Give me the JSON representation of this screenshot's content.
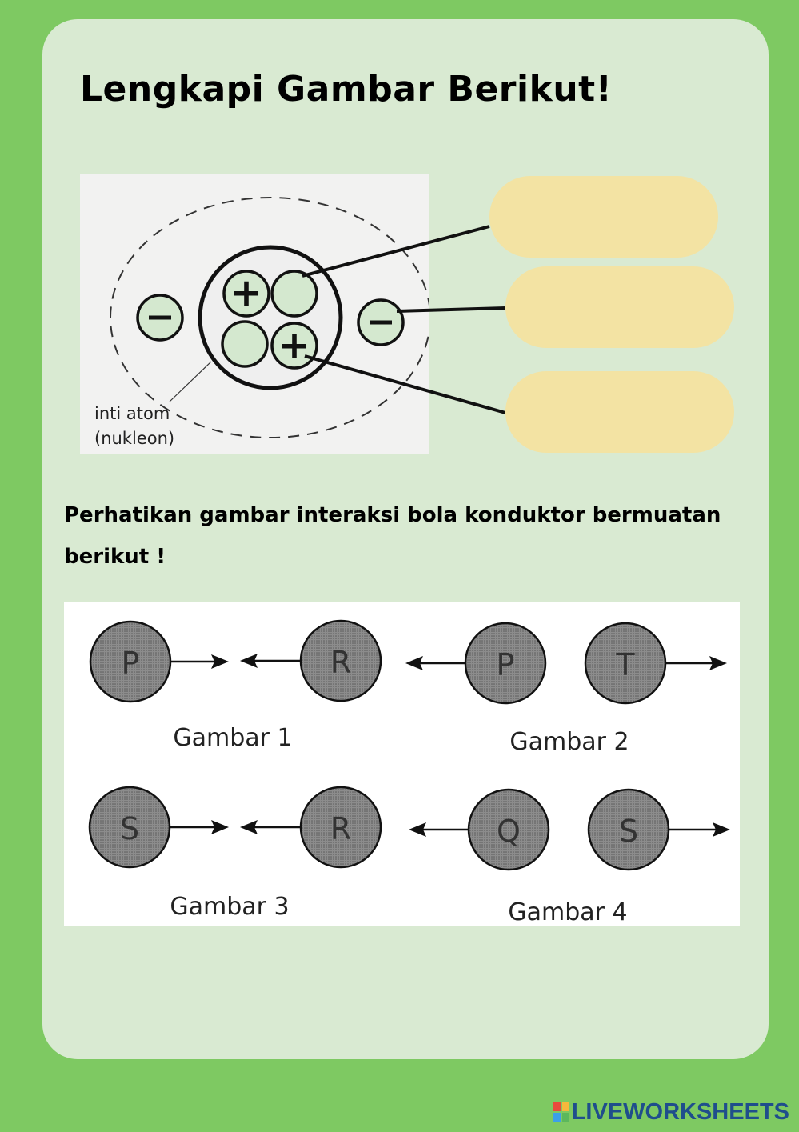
{
  "title": "Lengkapi Gambar Berikut!",
  "atom": {
    "label_line1": "inti atom",
    "label_line2": "(nukleon)",
    "proton_symbol": "+",
    "electron_symbol": "−"
  },
  "answer_boxes": [
    "",
    "",
    ""
  ],
  "instruction_line1": "Perhatikan gambar interaksi bola konduktor bermuatan",
  "instruction_line2": "berikut !",
  "figures": [
    {
      "caption": "Gambar 1",
      "left": "P",
      "right": "R"
    },
    {
      "caption": "Gambar 2",
      "left": "P",
      "right": "T"
    },
    {
      "caption": "Gambar 3",
      "left": "S",
      "right": "R"
    },
    {
      "caption": "Gambar 4",
      "left": "Q",
      "right": "S"
    }
  ],
  "footer": {
    "brand": "LIVEWORKSHEETS"
  },
  "colors": {
    "page_bg": "#7ec962",
    "card_bg": "#d9ead2",
    "answer_box": "#f3e3a3",
    "sphere": "#8a8a8a"
  }
}
